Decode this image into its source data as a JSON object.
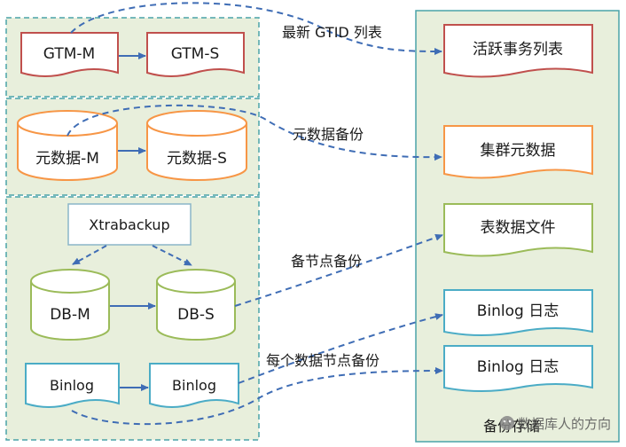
{
  "colors": {
    "panel_fill": "#e8efdc",
    "panel_border": "#4aa3a8",
    "red": "#c0504d",
    "orange": "#f79646",
    "green": "#9bbb59",
    "teal": "#4bacc6",
    "xtra_border": "#8ab6c8",
    "arrow": "#3f6db5"
  },
  "nodes": {
    "gtm_m": "GTM-M",
    "gtm_s": "GTM-S",
    "meta_m": "元数据-M",
    "meta_s": "元数据-S",
    "xtrabackup": "Xtrabackup",
    "db_m": "DB-M",
    "db_s": "DB-S",
    "binlog_m": "Binlog",
    "binlog_s": "Binlog"
  },
  "storage": {
    "items": [
      "活跃事务列表",
      "集群元数据",
      "表数据文件",
      "Binlog 日志",
      "Binlog 日志"
    ],
    "label": "备份存储"
  },
  "edges": {
    "gtid": "最新 GTID 列表",
    "meta_backup": "元数据备份",
    "node_backup": "备节点备份",
    "each_node_backup": "每个数据节点备份"
  },
  "watermark": "数据库人的方向"
}
